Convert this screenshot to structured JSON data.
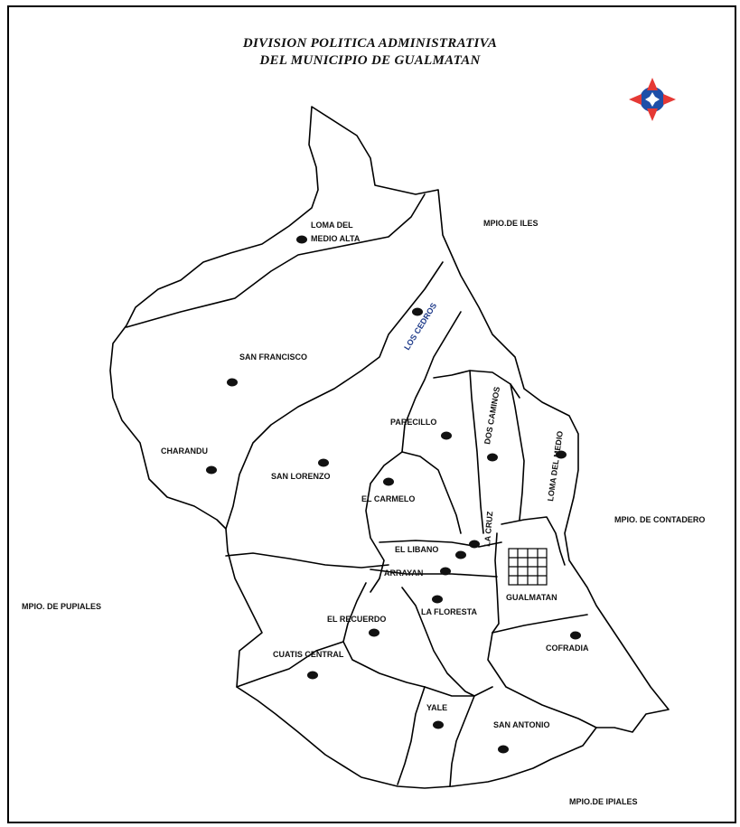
{
  "title": {
    "line1": "DIVISION POLITICA ADMINISTRATIVA",
    "line2": "DEL MUNICIPIO DE GUALMATAN"
  },
  "neighbors": {
    "north_east": "MPIO.DE ILES",
    "east": "MPIO. DE CONTADERO",
    "west": "MPIO. DE PUPIALES",
    "south": "MPIO.DE IPIALES"
  },
  "veredas": {
    "loma_medio_alta_1": "LOMA DEL",
    "loma_medio_alta_2": "MEDIO ALTA",
    "los_cedros": "LOS CEDROS",
    "san_francisco": "SAN FRANCISCO",
    "charandu": "CHARANDU",
    "san_lorenzo": "SAN LORENZO",
    "parecillo": "PARECILLO",
    "dos_caminos": "DOS CAMINOS",
    "loma_del_medio": "LOMA DEL MEDIO",
    "el_carmelo": "EL CARMELO",
    "la_cruz": "LA CRUZ",
    "el_libano": "EL LIBANO",
    "arrayan": "ARRAYAN",
    "gualmatan": "GUALMATAN",
    "la_floresta": "LA FLORESTA",
    "el_recuerdo": "EL RECUERDO",
    "cuatis_central": "CUATIS CENTRAL",
    "cofradia": "COFRADIA",
    "yale": "YALE",
    "san_antonio": "SAN ANTONIO"
  },
  "compass": {
    "arrow_color": "#e53935",
    "disc_color": "#1e4fa8"
  }
}
